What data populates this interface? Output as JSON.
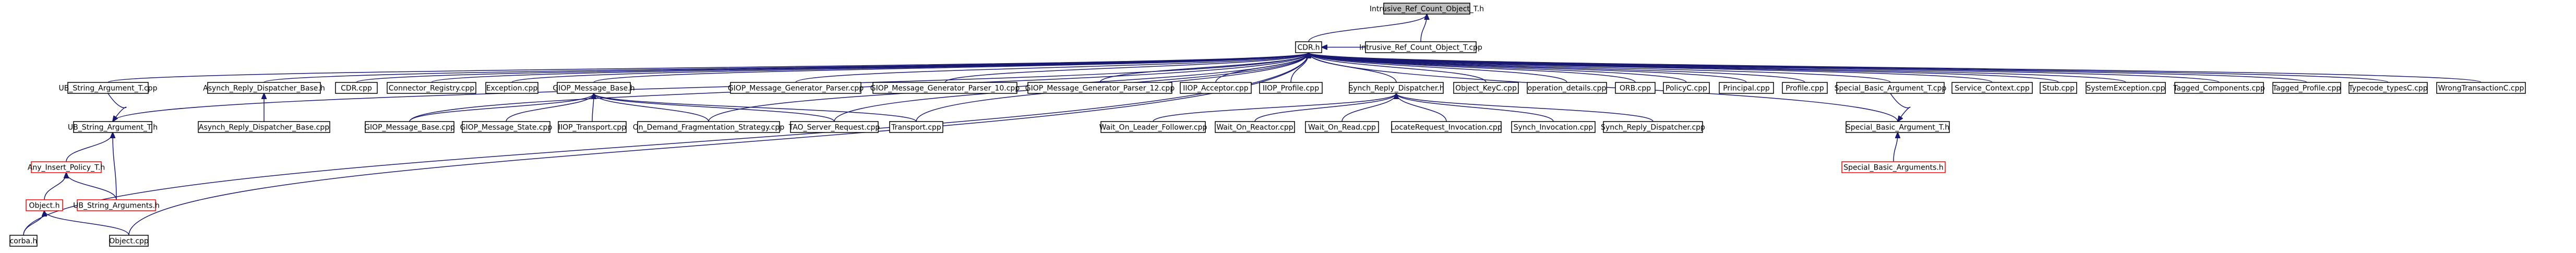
{
  "diagram": {
    "nodes": [
      {
        "id": "root",
        "label": "Intrusive_Ref_Count_Object_T.h",
        "style": "root"
      },
      {
        "id": "cpp_self",
        "label": "Intrusive_Ref_Count_Object_T.cpp",
        "style": "normal"
      },
      {
        "id": "cdr",
        "label": "CDR.h",
        "style": "normal"
      },
      {
        "id": "ub_sat",
        "label": "UB_String_Argument_T.cpp",
        "style": "normal"
      },
      {
        "id": "ub_sa",
        "label": "UB_String_Argument_T.h",
        "style": "normal"
      },
      {
        "id": "aip",
        "label": "Any_Insert_Policy_T.h",
        "style": "red"
      },
      {
        "id": "obj_h",
        "label": "Object.h",
        "style": "red"
      },
      {
        "id": "ub_args",
        "label": "UB_String_Arguments.h",
        "style": "red"
      },
      {
        "id": "corba",
        "label": "corba.h",
        "style": "normal"
      },
      {
        "id": "obj_cpp",
        "label": "Object.cpp",
        "style": "normal"
      },
      {
        "id": "ard",
        "label": "Asynch_Reply_Dispatcher_Base.h",
        "style": "normal"
      },
      {
        "id": "ard_cpp",
        "label": "Asynch_Reply_Dispatcher_Base.cpp",
        "style": "normal"
      },
      {
        "id": "cdr_cpp",
        "label": "CDR.cpp",
        "style": "normal"
      },
      {
        "id": "conn_reg",
        "label": "Connector_Registry.cpp",
        "style": "normal"
      },
      {
        "id": "exception",
        "label": "Exception.cpp",
        "style": "normal"
      },
      {
        "id": "giop_mb",
        "label": "GIOP_Message_Base.h",
        "style": "normal"
      },
      {
        "id": "giop_mb_cpp",
        "label": "GIOP_Message_Base.cpp",
        "style": "normal"
      },
      {
        "id": "giop_ms",
        "label": "GIOP_Message_State.cpp",
        "style": "normal"
      },
      {
        "id": "iiop_tr",
        "label": "IIOP_Transport.cpp",
        "style": "normal"
      },
      {
        "id": "odfs",
        "label": "On_Demand_Fragmentation_Strategy.cpp",
        "style": "normal"
      },
      {
        "id": "tao_sr",
        "label": "TAO_Server_Request.cpp",
        "style": "normal"
      },
      {
        "id": "transport",
        "label": "Transport.cpp",
        "style": "normal"
      },
      {
        "id": "giop_gp",
        "label": "GIOP_Message_Generator_Parser.cpp",
        "style": "normal"
      },
      {
        "id": "giop_gp10",
        "label": "GIOP_Message_Generator_Parser_10.cpp",
        "style": "normal"
      },
      {
        "id": "giop_gp12",
        "label": "GIOP_Message_Generator_Parser_12.cpp",
        "style": "normal"
      },
      {
        "id": "iiop_acc",
        "label": "IIOP_Acceptor.cpp",
        "style": "normal"
      },
      {
        "id": "iiop_prof",
        "label": "IIOP_Profile.cpp",
        "style": "normal"
      },
      {
        "id": "srd",
        "label": "Synch_Reply_Dispatcher.h",
        "style": "normal"
      },
      {
        "id": "wolf",
        "label": "Wait_On_Leader_Follower.cpp",
        "style": "normal"
      },
      {
        "id": "wor",
        "label": "Wait_On_Reactor.cpp",
        "style": "normal"
      },
      {
        "id": "worr",
        "label": "Wait_On_Read.cpp",
        "style": "normal"
      },
      {
        "id": "lri",
        "label": "LocateRequest_Invocation.cpp",
        "style": "normal"
      },
      {
        "id": "si",
        "label": "Synch_Invocation.cpp",
        "style": "normal"
      },
      {
        "id": "srd_cpp",
        "label": "Synch_Reply_Dispatcher.cpp",
        "style": "normal"
      },
      {
        "id": "objkey",
        "label": "Object_KeyC.cpp",
        "style": "normal"
      },
      {
        "id": "opdet",
        "label": "operation_details.cpp",
        "style": "normal"
      },
      {
        "id": "orb",
        "label": "ORB.cpp",
        "style": "normal"
      },
      {
        "id": "policyc",
        "label": "PolicyC.cpp",
        "style": "normal"
      },
      {
        "id": "principal",
        "label": "Principal.cpp",
        "style": "normal"
      },
      {
        "id": "profile",
        "label": "Profile.cpp",
        "style": "normal"
      },
      {
        "id": "sbat_cpp",
        "label": "Special_Basic_Argument_T.cpp",
        "style": "normal"
      },
      {
        "id": "sbat_h",
        "label": "Special_Basic_Argument_T.h",
        "style": "normal"
      },
      {
        "id": "sba_h",
        "label": "Special_Basic_Arguments.h",
        "style": "red"
      },
      {
        "id": "svc_ctx",
        "label": "Service_Context.cpp",
        "style": "normal"
      },
      {
        "id": "stub",
        "label": "Stub.cpp",
        "style": "normal"
      },
      {
        "id": "sysexc",
        "label": "SystemException.cpp",
        "style": "normal"
      },
      {
        "id": "tagged_comp",
        "label": "Tagged_Components.cpp",
        "style": "normal"
      },
      {
        "id": "tagged_prof",
        "label": "Tagged_Profile.cpp",
        "style": "normal"
      },
      {
        "id": "typecode",
        "label": "Typecode_typesC.cpp",
        "style": "normal"
      },
      {
        "id": "wrongtx",
        "label": "WrongTransactionC.cpp",
        "style": "normal"
      }
    ],
    "edges": [
      [
        "root",
        "cpp_self"
      ],
      [
        "root",
        "cdr"
      ],
      [
        "cdr",
        "cpp_self"
      ],
      [
        "cdr",
        "ub_sat"
      ],
      [
        "cdr",
        "ub_sa"
      ],
      [
        "cdr",
        "obj_cpp"
      ],
      [
        "cdr",
        "corba"
      ],
      [
        "cdr",
        "ard"
      ],
      [
        "cdr",
        "cdr_cpp"
      ],
      [
        "cdr",
        "conn_reg"
      ],
      [
        "cdr",
        "exception"
      ],
      [
        "cdr",
        "giop_mb"
      ],
      [
        "cdr",
        "giop_mb_cpp"
      ],
      [
        "cdr",
        "odfs"
      ],
      [
        "cdr",
        "tao_sr"
      ],
      [
        "cdr",
        "transport"
      ],
      [
        "cdr",
        "giop_gp"
      ],
      [
        "cdr",
        "giop_gp10"
      ],
      [
        "cdr",
        "giop_gp12"
      ],
      [
        "cdr",
        "iiop_acc"
      ],
      [
        "cdr",
        "iiop_prof"
      ],
      [
        "cdr",
        "srd"
      ],
      [
        "cdr",
        "objkey"
      ],
      [
        "cdr",
        "opdet"
      ],
      [
        "cdr",
        "orb"
      ],
      [
        "cdr",
        "policyc"
      ],
      [
        "cdr",
        "principal"
      ],
      [
        "cdr",
        "profile"
      ],
      [
        "cdr",
        "sbat_cpp"
      ],
      [
        "cdr",
        "sbat_h"
      ],
      [
        "cdr",
        "svc_ctx"
      ],
      [
        "cdr",
        "stub"
      ],
      [
        "cdr",
        "sysexc"
      ],
      [
        "cdr",
        "tagged_comp"
      ],
      [
        "cdr",
        "tagged_prof"
      ],
      [
        "cdr",
        "typecode"
      ],
      [
        "cdr",
        "wrongtx"
      ],
      [
        "ub_sa",
        "ub_sat"
      ],
      [
        "ub_sa",
        "aip"
      ],
      [
        "ub_sa",
        "ub_args"
      ],
      [
        "aip",
        "obj_h"
      ],
      [
        "aip",
        "ub_args"
      ],
      [
        "obj_h",
        "corba"
      ],
      [
        "obj_h",
        "obj_cpp"
      ],
      [
        "ard",
        "ard_cpp"
      ],
      [
        "giop_mb",
        "giop_mb_cpp"
      ],
      [
        "giop_mb",
        "giop_ms"
      ],
      [
        "giop_mb",
        "iiop_tr"
      ],
      [
        "giop_mb",
        "odfs"
      ],
      [
        "giop_mb",
        "tao_sr"
      ],
      [
        "giop_mb",
        "transport"
      ],
      [
        "srd",
        "wolf"
      ],
      [
        "srd",
        "wor"
      ],
      [
        "srd",
        "worr"
      ],
      [
        "srd",
        "lri"
      ],
      [
        "srd",
        "si"
      ],
      [
        "srd",
        "srd_cpp"
      ],
      [
        "sbat_h",
        "sbat_cpp"
      ],
      [
        "sbat_h",
        "sba_h"
      ]
    ]
  }
}
